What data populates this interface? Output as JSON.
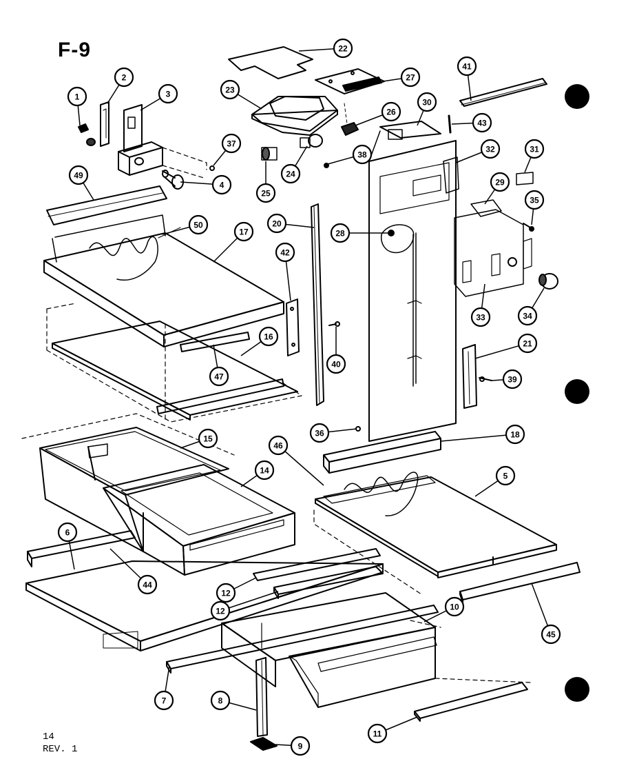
{
  "figure": {
    "title": "F-9",
    "page_number": "14",
    "revision": "REV. 1"
  },
  "callouts": [
    "1",
    "2",
    "3",
    "4",
    "5",
    "6",
    "7",
    "8",
    "9",
    "10",
    "11",
    "12",
    "12",
    "14",
    "15",
    "16",
    "17",
    "18",
    "20",
    "21",
    "22",
    "23",
    "24",
    "25",
    "26",
    "27",
    "28",
    "29",
    "30",
    "31",
    "32",
    "33",
    "34",
    "35",
    "36",
    "37",
    "38",
    "39",
    "40",
    "41",
    "42",
    "43",
    "44",
    "45",
    "46",
    "47",
    "49",
    "50"
  ]
}
